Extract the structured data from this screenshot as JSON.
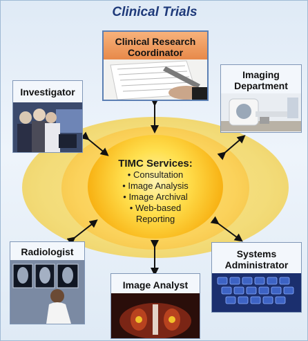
{
  "title": "Clinical Trials",
  "center": {
    "heading": "TIMC Services:",
    "items": [
      "• Consultation",
      "• Image Analysis",
      "• Image Archival",
      "• Web-based",
      "Reporting"
    ]
  },
  "nodes": {
    "crc": {
      "label_line1": "Clinical Research",
      "label_line2": "Coordinator"
    },
    "investigator": {
      "label": "Investigator"
    },
    "imaging": {
      "label_line1": "Imaging",
      "label_line2": "Department"
    },
    "radiologist": {
      "label": "Radiologist"
    },
    "sysadmin": {
      "label_line1": "Systems",
      "label_line2": "Administrator"
    },
    "analyst": {
      "label": "Image Analyst"
    }
  },
  "colors": {
    "title": "#1f3a7a",
    "background": "#e6eef8",
    "core": "#f8b315",
    "ring": "#f3dc79",
    "crc_band": "#e7894a"
  }
}
